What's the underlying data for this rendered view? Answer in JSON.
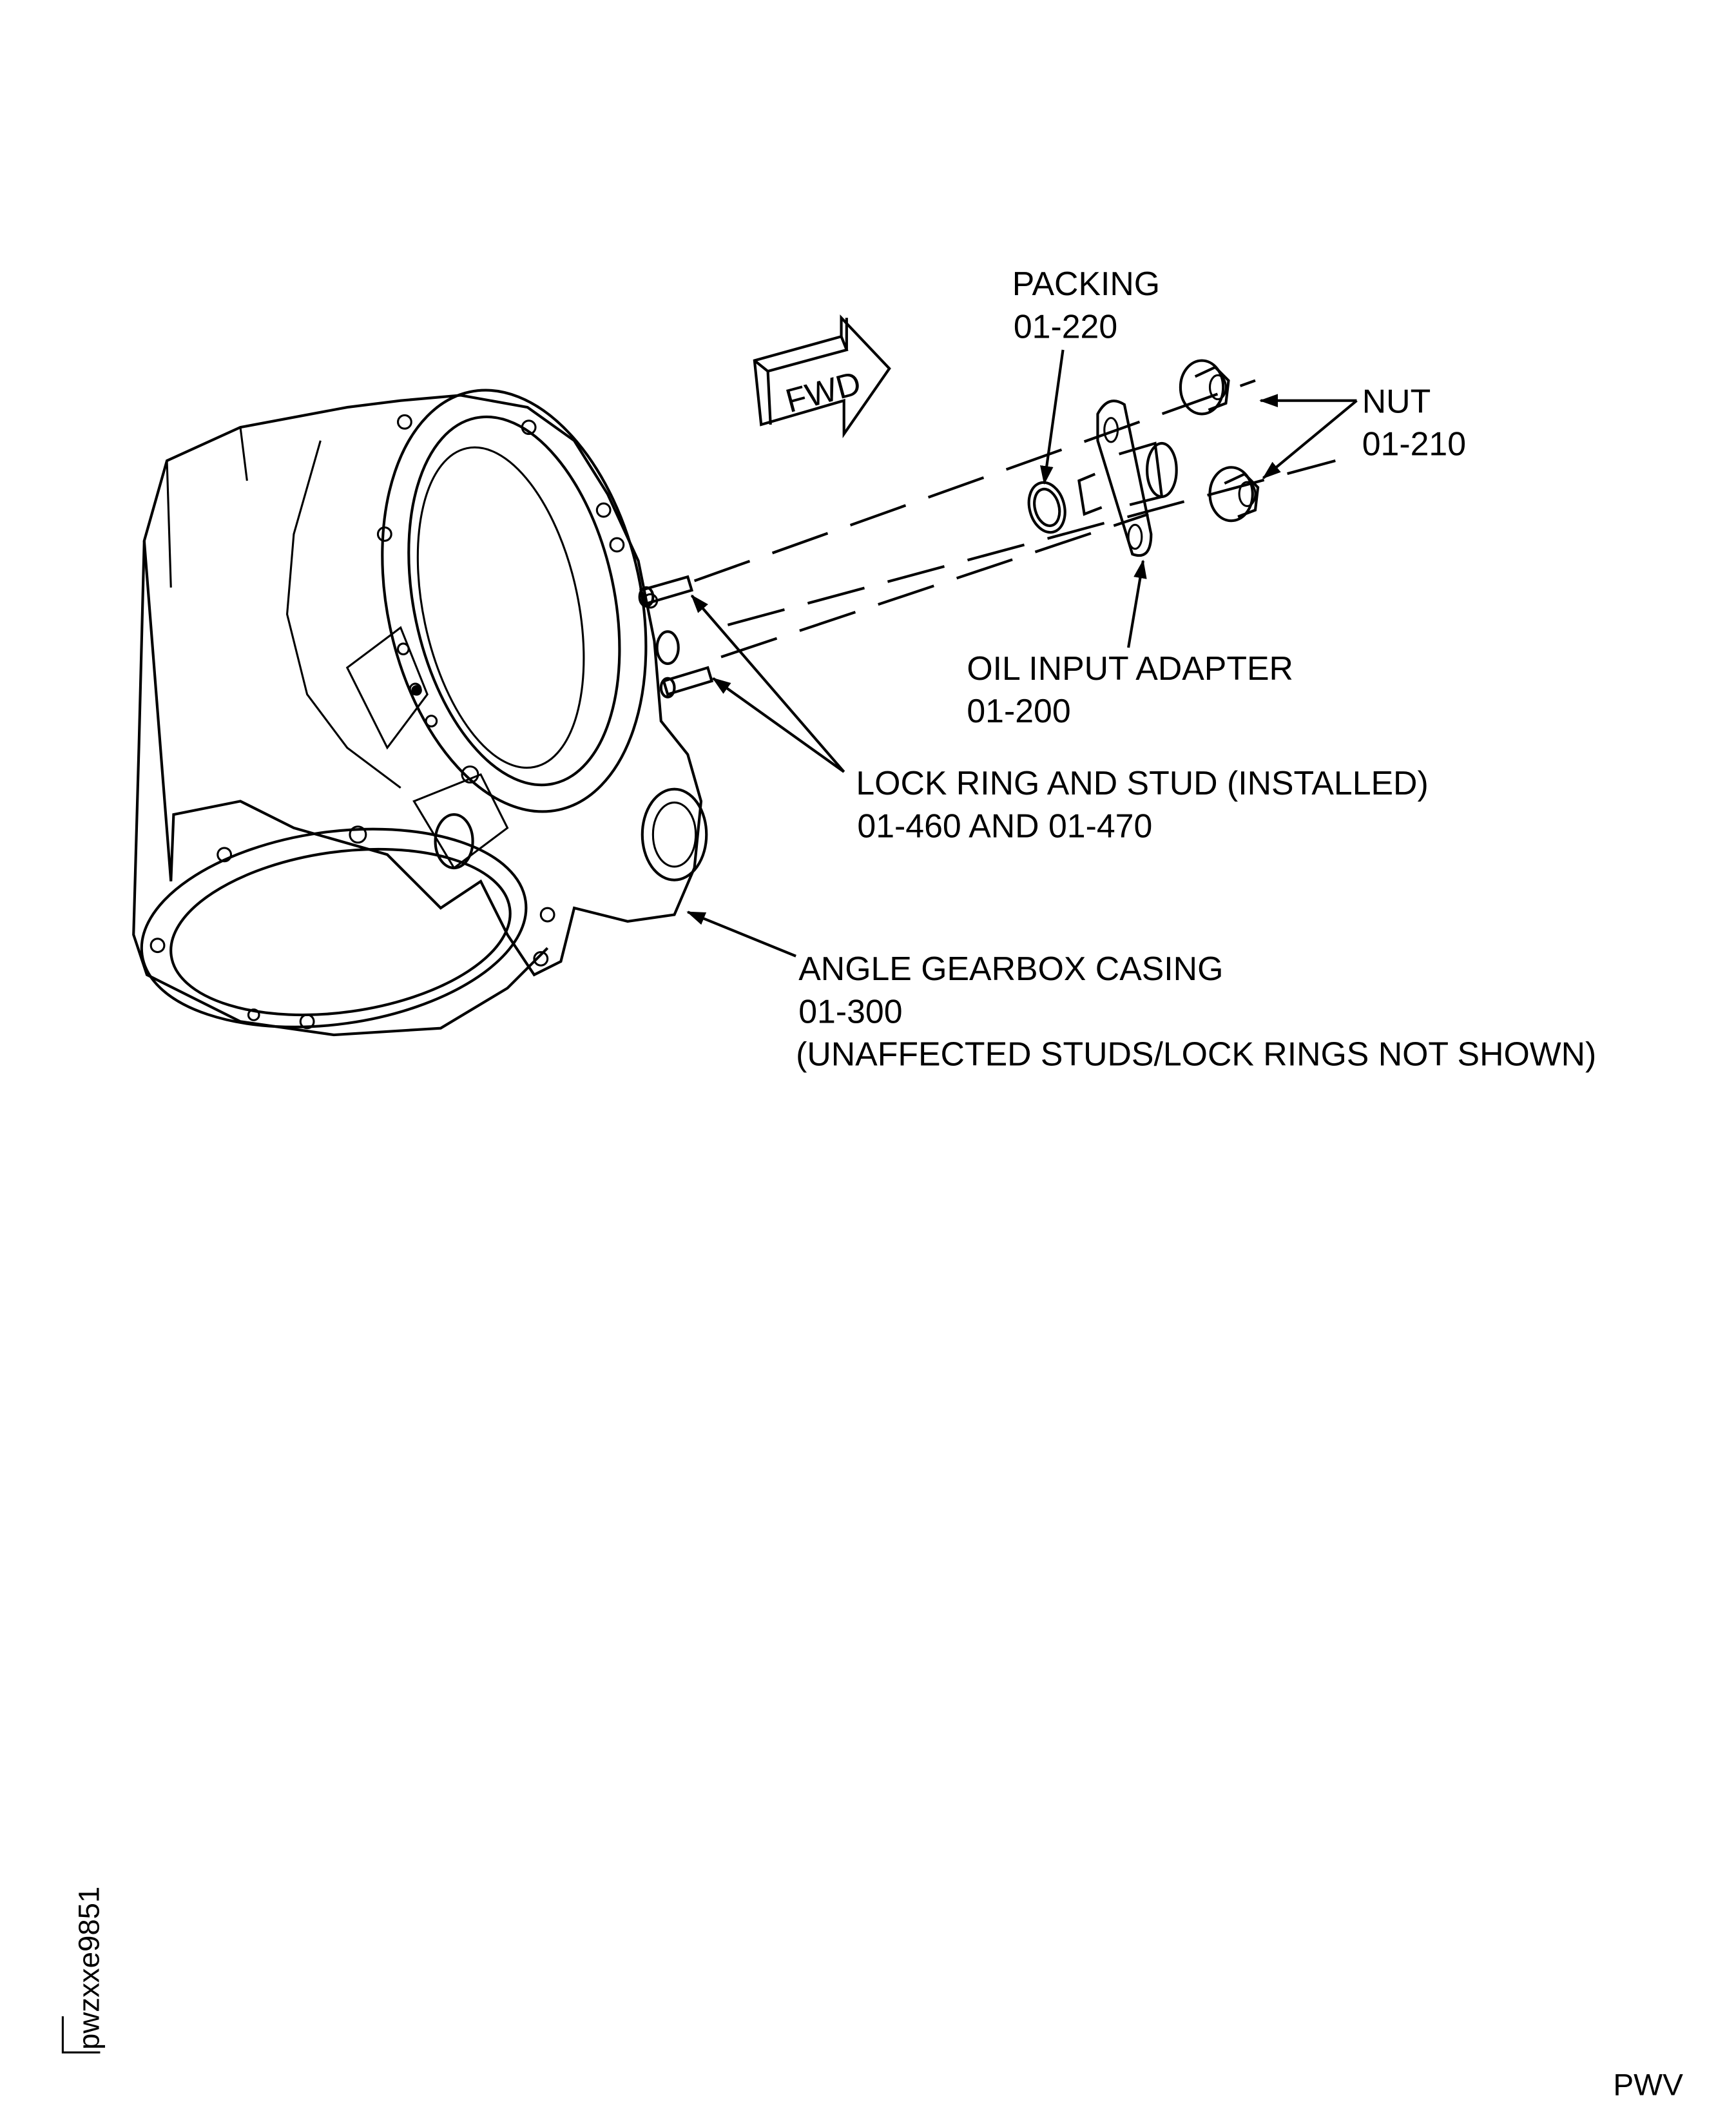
{
  "figure": {
    "fwd_arrow_label": "FWD",
    "labels": {
      "packing": {
        "name": "PACKING",
        "part_no": "01-220"
      },
      "nut": {
        "name": "NUT",
        "part_no": "01-210"
      },
      "oil_input_adapter": {
        "name": "OIL INPUT ADAPTER",
        "part_no": "01-200"
      },
      "lock_ring_stud": {
        "name": "LOCK RING AND STUD (INSTALLED)",
        "part_no": "01-460 AND 01-470"
      },
      "angle_gearbox_casing": {
        "name": "ANGLE GEARBOX CASING",
        "part_no": "01-300",
        "note": "(UNAFFECTED STUDS/LOCK RINGS NOT SHOWN)"
      }
    },
    "figure_id": "pwzxxe9851",
    "corner_code": "PWV"
  }
}
